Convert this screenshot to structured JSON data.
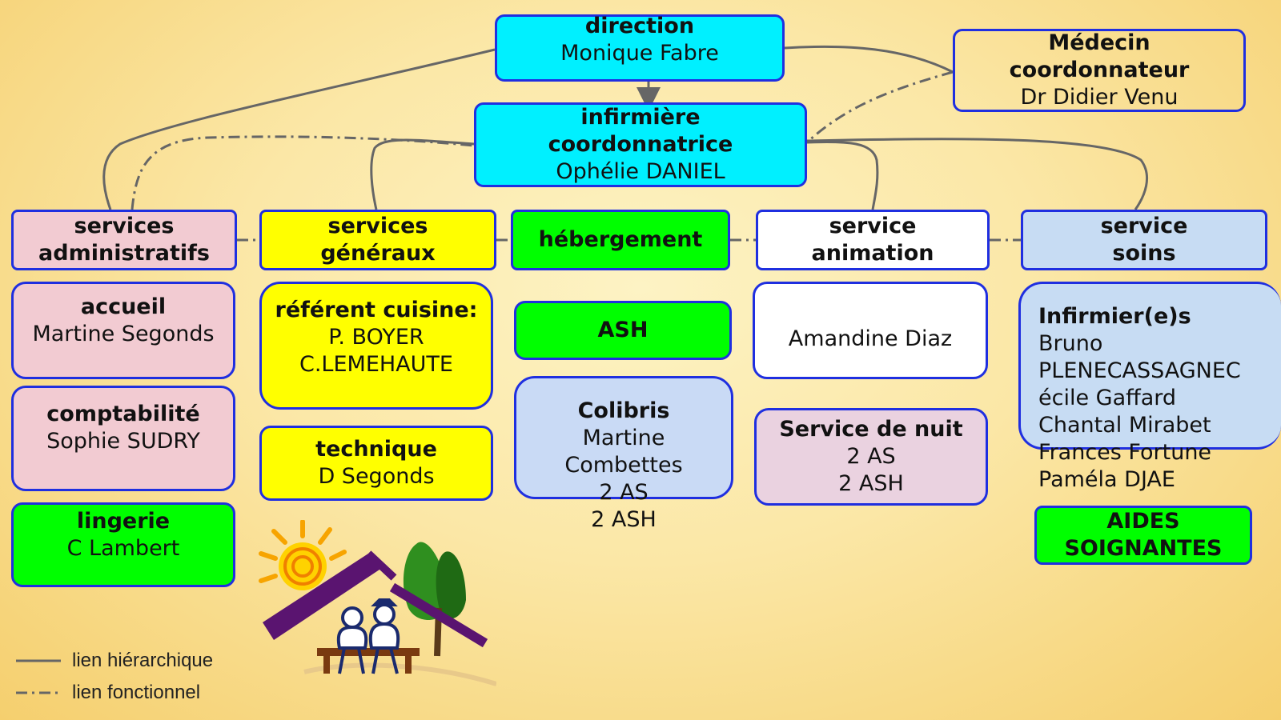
{
  "top": {
    "direction": {
      "title": "direction",
      "name": "Monique Fabre"
    },
    "medecin": {
      "title_line1": "Médecin",
      "title_line2": "coordonnateur",
      "name": "Dr Didier Venu"
    },
    "infirmiere": {
      "title_line1": "infirmière",
      "title_line2": "coordonnatrice",
      "name": "Ophélie DANIEL"
    }
  },
  "departments": [
    {
      "line1": "services",
      "line2": "administratifs"
    },
    {
      "line1": "services",
      "line2": "généraux"
    },
    {
      "line1": "hébergement",
      "line2": ""
    },
    {
      "line1": "service",
      "line2": "animation"
    },
    {
      "line1": "service",
      "line2": "soins"
    }
  ],
  "admin": {
    "accueil": {
      "title": "accueil",
      "name": "Martine Segonds"
    },
    "comptabilite": {
      "title": "comptabilité",
      "name": "Sophie SUDRY"
    },
    "lingerie": {
      "title": "lingerie",
      "name": "C Lambert"
    }
  },
  "generaux": {
    "cuisine": {
      "title": "référent cuisine:",
      "name1": "P. BOYER",
      "name2": "C.LEMEHAUTE"
    },
    "technique": {
      "title": "technique",
      "name": "D  Segonds"
    }
  },
  "hebergement": {
    "ash": {
      "title": "ASH"
    },
    "colibris": {
      "title": "Colibris",
      "line1": "Martine",
      "line2": "Combettes",
      "line3": "2 AS",
      "line4": "2 ASH"
    }
  },
  "animation": {
    "person": {
      "name": "Amandine Diaz"
    },
    "nuit": {
      "title": "Service de nuit",
      "line1": "2 AS",
      "line2": "2 ASH"
    }
  },
  "soins": {
    "infirmiers": {
      "title": "Infirmier(e)s",
      "names": [
        "Bruno",
        "PLENECASSAGNEC",
        "écile Gaffard",
        "Chantal Mirabet",
        "Frances Fortune",
        "Paméla DJAE"
      ]
    },
    "aides": {
      "line1": "AIDES",
      "line2": "SOIGNANTES"
    }
  },
  "legend": {
    "hierarchique": "lien hiérarchique",
    "fonctionnel": "lien fonctionnel"
  },
  "colors": {
    "border": "#1f2fe0",
    "cyan": "#00f0ff",
    "pink": "#f2cbd2",
    "yellow": "#ffff00",
    "green": "#00ff00",
    "white": "#ffffff",
    "blue": "#c7dcf3",
    "mauve": "#ead2e0",
    "link": "#666666"
  }
}
